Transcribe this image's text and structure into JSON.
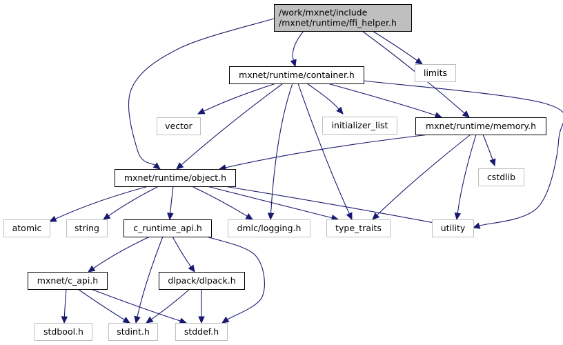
{
  "diagram": {
    "type": "include-dependency-graph",
    "edge_color": "#191970",
    "root_fill": "#bfbfbf",
    "nodes": [
      {
        "id": "root",
        "label_lines": [
          "/work/mxnet/include",
          "/mxnet/runtime/ffi_helper.h"
        ],
        "kind": "root"
      },
      {
        "id": "container",
        "label_lines": [
          "mxnet/runtime/container.h"
        ],
        "kind": "doc"
      },
      {
        "id": "limits",
        "label_lines": [
          "limits"
        ],
        "kind": "ext"
      },
      {
        "id": "vector",
        "label_lines": [
          "vector"
        ],
        "kind": "ext"
      },
      {
        "id": "initializer_list",
        "label_lines": [
          "initializer_list"
        ],
        "kind": "ext"
      },
      {
        "id": "memory",
        "label_lines": [
          "mxnet/runtime/memory.h"
        ],
        "kind": "doc"
      },
      {
        "id": "object",
        "label_lines": [
          "mxnet/runtime/object.h"
        ],
        "kind": "doc"
      },
      {
        "id": "cstdlib",
        "label_lines": [
          "cstdlib"
        ],
        "kind": "ext"
      },
      {
        "id": "atomic",
        "label_lines": [
          "atomic"
        ],
        "kind": "ext"
      },
      {
        "id": "string",
        "label_lines": [
          "string"
        ],
        "kind": "ext"
      },
      {
        "id": "c_runtime_api",
        "label_lines": [
          "c_runtime_api.h"
        ],
        "kind": "doc"
      },
      {
        "id": "logging",
        "label_lines": [
          "dmlc/logging.h"
        ],
        "kind": "ext"
      },
      {
        "id": "type_traits",
        "label_lines": [
          "type_traits"
        ],
        "kind": "ext"
      },
      {
        "id": "utility",
        "label_lines": [
          "utility"
        ],
        "kind": "ext"
      },
      {
        "id": "c_api",
        "label_lines": [
          "mxnet/c_api.h"
        ],
        "kind": "doc"
      },
      {
        "id": "dlpack",
        "label_lines": [
          "dlpack/dlpack.h"
        ],
        "kind": "doc"
      },
      {
        "id": "stdbool",
        "label_lines": [
          "stdbool.h"
        ],
        "kind": "ext"
      },
      {
        "id": "stdint",
        "label_lines": [
          "stdint.h"
        ],
        "kind": "ext"
      },
      {
        "id": "stddef",
        "label_lines": [
          "stddef.h"
        ],
        "kind": "ext"
      }
    ],
    "edges": [
      {
        "from": "root",
        "to": "container"
      },
      {
        "from": "root",
        "to": "limits"
      },
      {
        "from": "root",
        "to": "memory"
      },
      {
        "from": "root",
        "to": "object"
      },
      {
        "from": "container",
        "to": "vector"
      },
      {
        "from": "container",
        "to": "object"
      },
      {
        "from": "container",
        "to": "logging"
      },
      {
        "from": "container",
        "to": "type_traits"
      },
      {
        "from": "container",
        "to": "initializer_list"
      },
      {
        "from": "container",
        "to": "memory"
      },
      {
        "from": "container",
        "to": "utility"
      },
      {
        "from": "memory",
        "to": "object"
      },
      {
        "from": "memory",
        "to": "type_traits"
      },
      {
        "from": "memory",
        "to": "utility"
      },
      {
        "from": "memory",
        "to": "cstdlib"
      },
      {
        "from": "object",
        "to": "atomic"
      },
      {
        "from": "object",
        "to": "string"
      },
      {
        "from": "object",
        "to": "c_runtime_api"
      },
      {
        "from": "object",
        "to": "logging"
      },
      {
        "from": "object",
        "to": "type_traits"
      },
      {
        "from": "object",
        "to": "utility"
      },
      {
        "from": "c_runtime_api",
        "to": "c_api"
      },
      {
        "from": "c_runtime_api",
        "to": "stdint"
      },
      {
        "from": "c_runtime_api",
        "to": "dlpack"
      },
      {
        "from": "c_runtime_api",
        "to": "stddef"
      },
      {
        "from": "c_api",
        "to": "stdbool"
      },
      {
        "from": "c_api",
        "to": "stdint"
      },
      {
        "from": "c_api",
        "to": "stddef"
      },
      {
        "from": "dlpack",
        "to": "stdint"
      },
      {
        "from": "dlpack",
        "to": "stddef"
      }
    ]
  }
}
